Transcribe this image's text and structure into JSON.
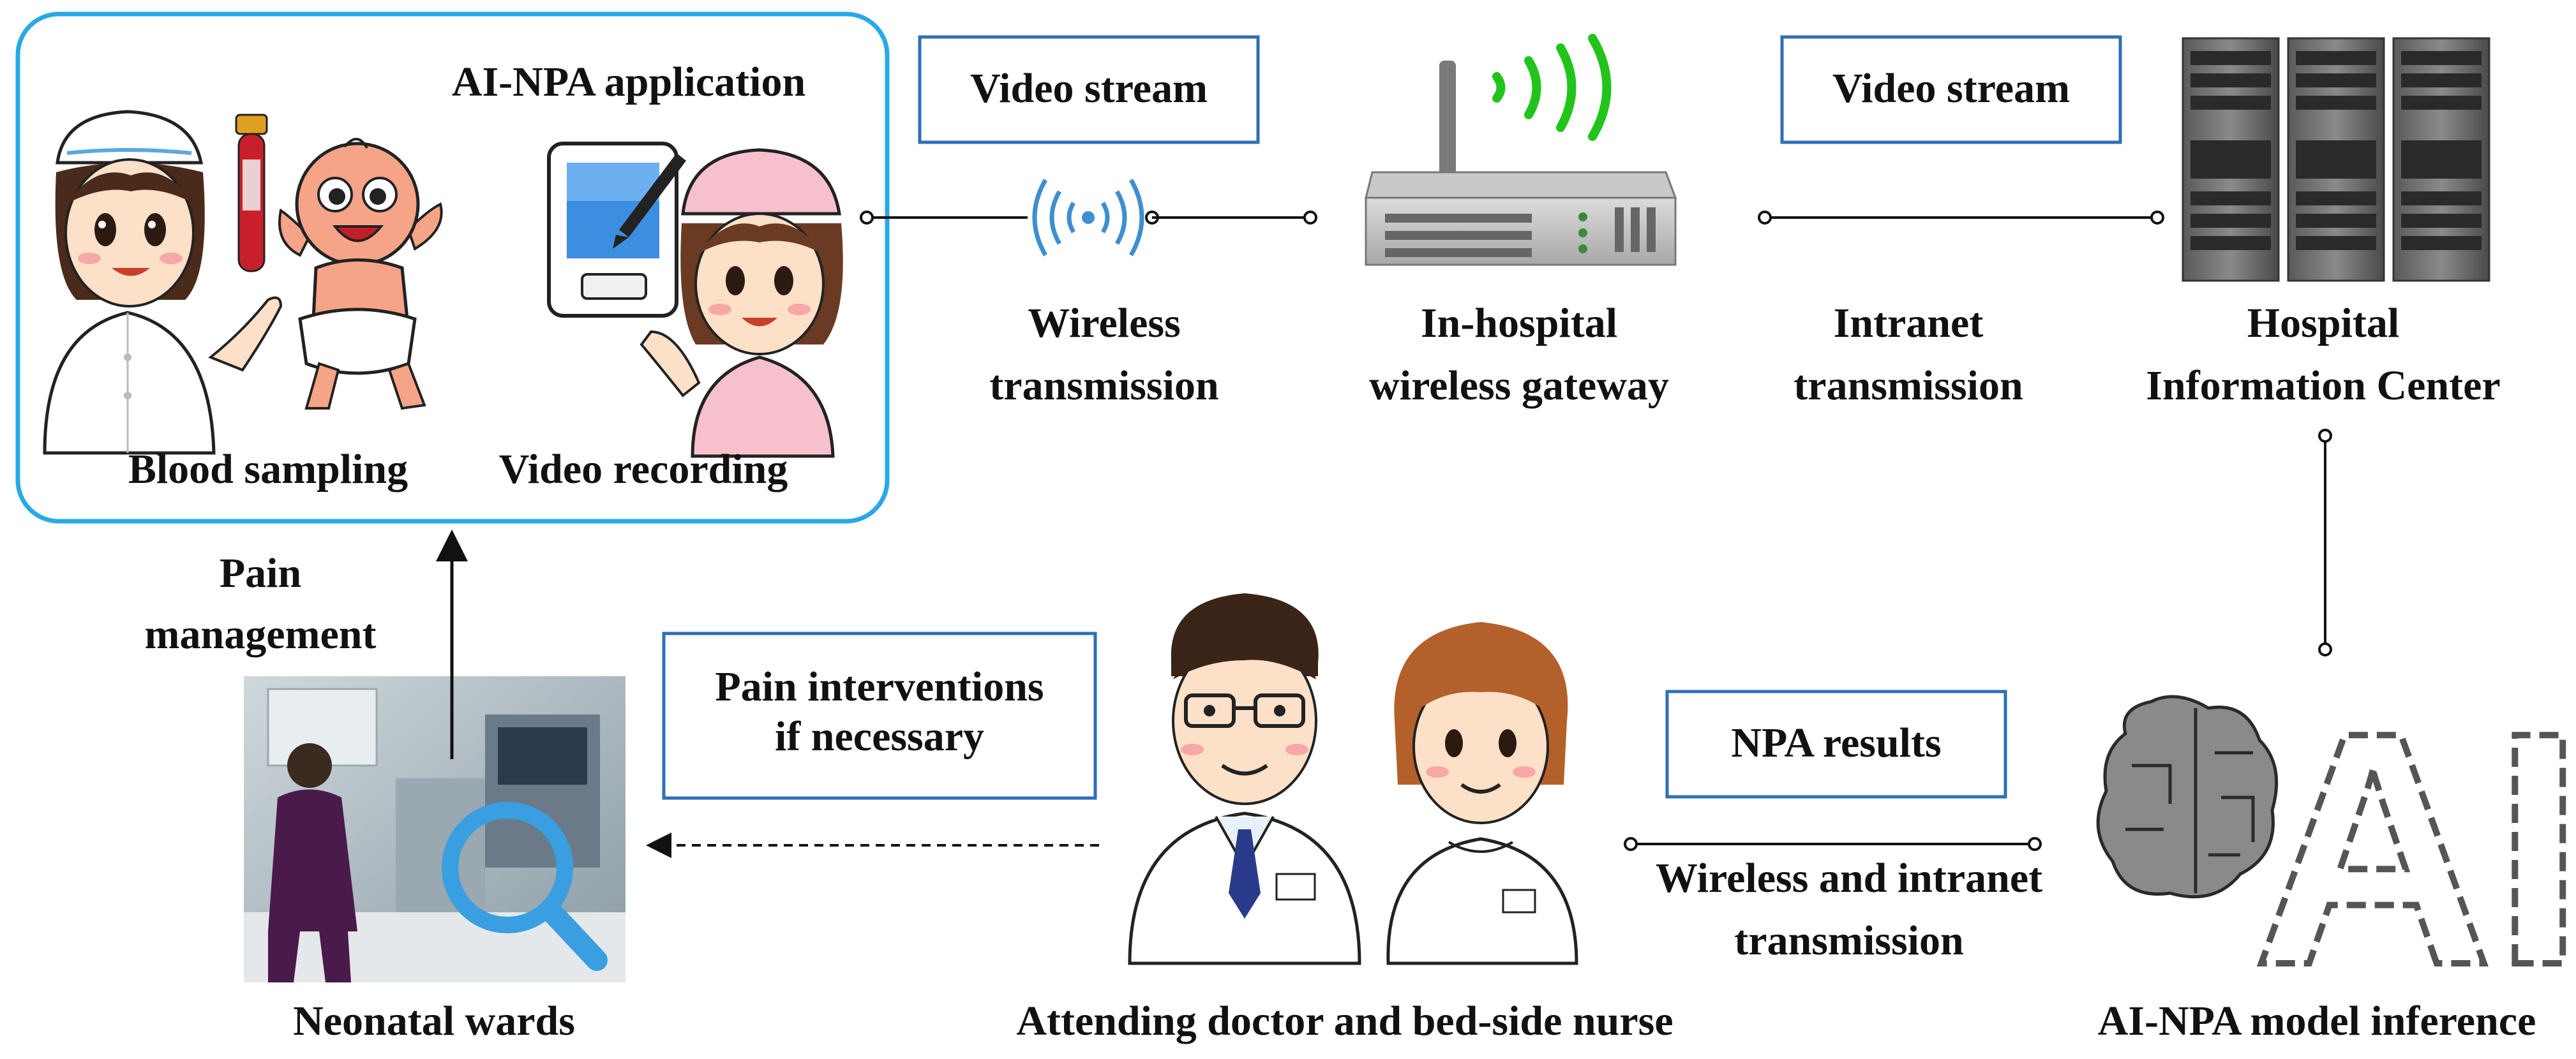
{
  "app_box": {
    "title": "AI-NPA application",
    "blood_sampling": "Blood sampling",
    "video_recording": "Video recording"
  },
  "tags": {
    "video_stream_1": "Video stream",
    "video_stream_2": "Video stream",
    "npa_results": "NPA results",
    "pain_interventions_line1": "Pain interventions",
    "pain_interventions_line2": "if necessary"
  },
  "labels": {
    "wireless_line1": "Wireless",
    "wireless_line2": "transmission",
    "gateway_line1": "In-hospital",
    "gateway_line2": "wireless gateway",
    "intranet_line1": "Intranet",
    "intranet_line2": "transmission",
    "hic_line1": "Hospital",
    "hic_line2": "Information Center",
    "pain_mgmt_line1": "Pain",
    "pain_mgmt_line2": "management",
    "neonatal_wards": "Neonatal wards",
    "doctor_nurse": "Attending doctor and bed-side nurse",
    "wireless_intranet_line1": "Wireless and intranet",
    "wireless_intranet_line2": "transmission",
    "model_inference": "AI-NPA model inference",
    "ai_letters": "AI"
  },
  "colors": {
    "app_box_border": "#29a9e6",
    "tag_border": "#2e6fb6",
    "wifi_green": "#22c41c",
    "wireless_blue": "#3e8ed0",
    "magnifier_blue": "#3a9fe0"
  },
  "icons": {
    "wireless": "wireless-signal-icon",
    "gateway": "router-icon",
    "servers": "server-rack-icon",
    "tablet": "tablet-pen-icon",
    "blood_tube": "blood-tube-icon",
    "magnifier": "magnifier-icon",
    "brain": "brain-circuit-icon"
  }
}
